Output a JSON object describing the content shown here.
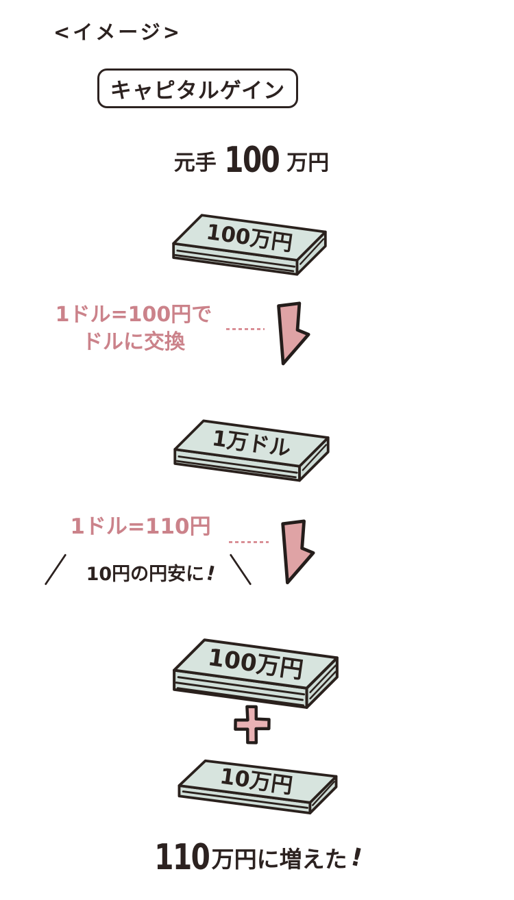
{
  "illustration": {
    "header_label": "<イメージ>",
    "title": "キャピタルゲイン",
    "subtitle": {
      "prefix": "元手",
      "amount": "100",
      "unit": "万円"
    },
    "stacks": [
      {
        "label": "100万円"
      },
      {
        "label": "1万ドル"
      },
      {
        "label": "100万円"
      },
      {
        "label": "10万円"
      }
    ],
    "step1": {
      "line1": "1ドル=100円で",
      "line2": "ドルに交換"
    },
    "step2": {
      "rate": "1ドル=110円",
      "callout": "10円の円安に",
      "callout_exclaim": "!"
    },
    "plus_sign": "+",
    "result": {
      "amount": "110",
      "text": "万円に増えた",
      "exclaim": "!"
    },
    "colors": {
      "ink": "#2c2220",
      "pink_text": "#cb828a",
      "pink_arrow": "#dfa3a5",
      "pink_plus": "#e9b2b4",
      "pink_dots": "#d98f96",
      "bill_mint_top": "#d7e4de",
      "bill_mint_front": "#d1dfd9",
      "bill_mint_side": "#cddbd5"
    }
  }
}
